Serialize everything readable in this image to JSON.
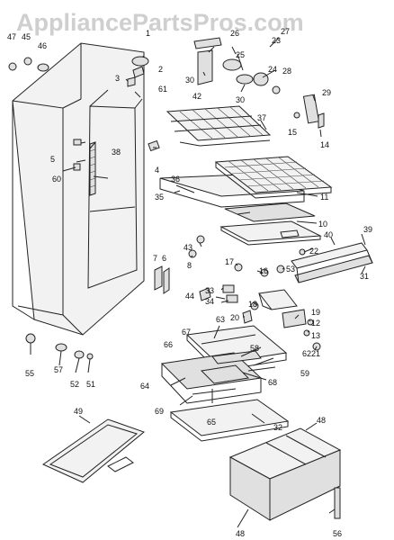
{
  "watermark": "AppliancePartsPros.com",
  "parts": [
    {
      "key": "p47",
      "label": "47"
    },
    {
      "key": "p45",
      "label": "45"
    },
    {
      "key": "p46",
      "label": "46"
    },
    {
      "key": "p1",
      "label": "1"
    },
    {
      "key": "p2",
      "label": "2"
    },
    {
      "key": "p3",
      "label": "3"
    },
    {
      "key": "p61",
      "label": "61"
    },
    {
      "key": "p5",
      "label": "5"
    },
    {
      "key": "p38",
      "label": "38"
    },
    {
      "key": "p60",
      "label": "60"
    },
    {
      "key": "p4",
      "label": "4"
    },
    {
      "key": "p36",
      "label": "36"
    },
    {
      "key": "p35",
      "label": "35"
    },
    {
      "key": "p37",
      "label": "37"
    },
    {
      "key": "p11",
      "label": "11"
    },
    {
      "key": "p10",
      "label": "10"
    },
    {
      "key": "p43",
      "label": "43"
    },
    {
      "key": "p8",
      "label": "8"
    },
    {
      "key": "p7",
      "label": "7"
    },
    {
      "key": "p6",
      "label": "6"
    },
    {
      "key": "p26",
      "label": "26"
    },
    {
      "key": "p23",
      "label": "23"
    },
    {
      "key": "p27",
      "label": "27"
    },
    {
      "key": "p25",
      "label": "25"
    },
    {
      "key": "p24",
      "label": "24"
    },
    {
      "key": "p28",
      "label": "28"
    },
    {
      "key": "p30a",
      "label": "30"
    },
    {
      "key": "p42",
      "label": "42"
    },
    {
      "key": "p30b",
      "label": "30"
    },
    {
      "key": "p29",
      "label": "29"
    },
    {
      "key": "p15",
      "label": "15"
    },
    {
      "key": "p14",
      "label": "14"
    },
    {
      "key": "p22",
      "label": "22"
    },
    {
      "key": "p40",
      "label": "40"
    },
    {
      "key": "p39",
      "label": "39"
    },
    {
      "key": "p31",
      "label": "31"
    },
    {
      "key": "p17",
      "label": "17"
    },
    {
      "key": "p16",
      "label": "16"
    },
    {
      "key": "p53",
      "label": "53"
    },
    {
      "key": "p33",
      "label": "33"
    },
    {
      "key": "p44",
      "label": "44"
    },
    {
      "key": "p34",
      "label": "34"
    },
    {
      "key": "p18",
      "label": "18"
    },
    {
      "key": "p20",
      "label": "20"
    },
    {
      "key": "p19",
      "label": "19"
    },
    {
      "key": "p12",
      "label": "12"
    },
    {
      "key": "p13",
      "label": "13"
    },
    {
      "key": "p21",
      "label": "21"
    },
    {
      "key": "p63",
      "label": "63"
    },
    {
      "key": "p67",
      "label": "67"
    },
    {
      "key": "p66",
      "label": "66"
    },
    {
      "key": "p58",
      "label": "58"
    },
    {
      "key": "p62",
      "label": "62"
    },
    {
      "key": "p59",
      "label": "59"
    },
    {
      "key": "p64",
      "label": "64"
    },
    {
      "key": "p68",
      "label": "68"
    },
    {
      "key": "p69",
      "label": "69"
    },
    {
      "key": "p65",
      "label": "65"
    },
    {
      "key": "p32",
      "label": "32"
    },
    {
      "key": "p55",
      "label": "55"
    },
    {
      "key": "p57",
      "label": "57"
    },
    {
      "key": "p52",
      "label": "52"
    },
    {
      "key": "p51",
      "label": "51"
    },
    {
      "key": "p49",
      "label": "49"
    },
    {
      "key": "p48a",
      "label": "48"
    },
    {
      "key": "p48b",
      "label": "48"
    },
    {
      "key": "p56",
      "label": "56"
    }
  ]
}
